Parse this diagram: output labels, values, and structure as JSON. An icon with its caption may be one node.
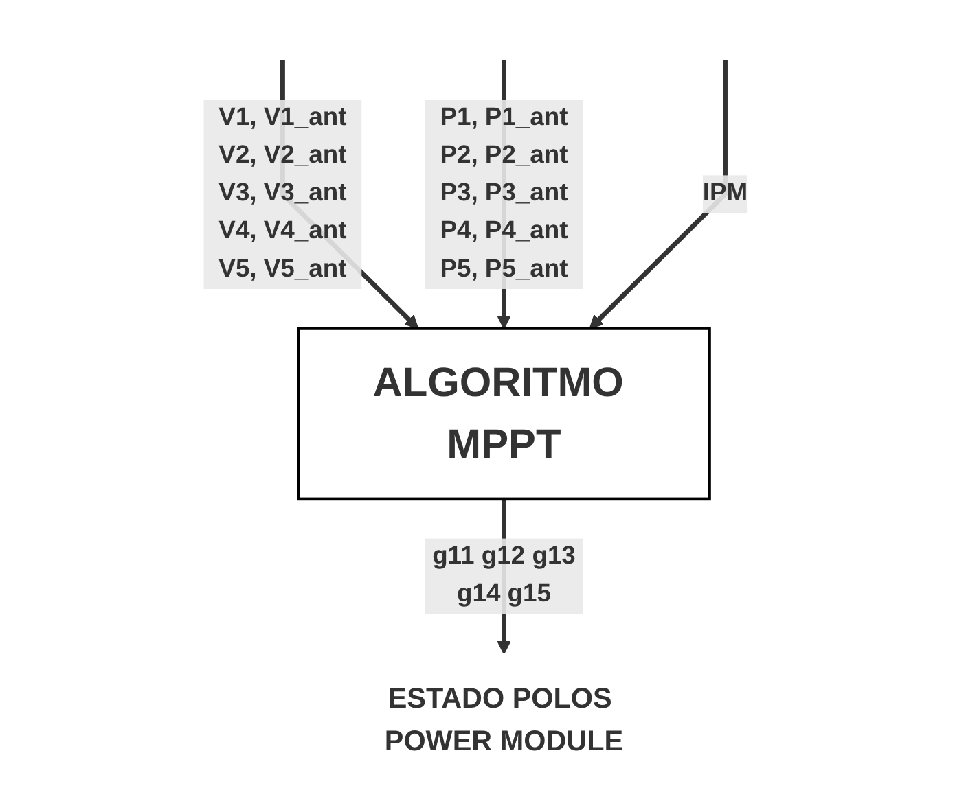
{
  "diagram": {
    "nodes": [
      {
        "text": [
          "ALGORITMO MPPT"
        ]
      },
      {
        "text": [
          "ESTADO POLOS POWER MODULE"
        ]
      }
    ],
    "edges": [
      {
        "from": null,
        "to": 0,
        "arrow": "to",
        "label": "V1, V1_ant V2, V2_ant V3, V3_ant V4, V4_ant V5, V5_ant"
      },
      {
        "from": null,
        "to": 0,
        "arrow": "to",
        "label": "P1, P1_ant P2, P2_ant P3, P3_ant P4, P4_ant P5, P5_ant"
      },
      {
        "from": null,
        "to": 0,
        "arrow": "to",
        "label": "IPM"
      },
      {
        "from": 0,
        "to": 1,
        "arrow": "to",
        "label": "g11 g12 g13 g14 g15"
      }
    ]
  }
}
